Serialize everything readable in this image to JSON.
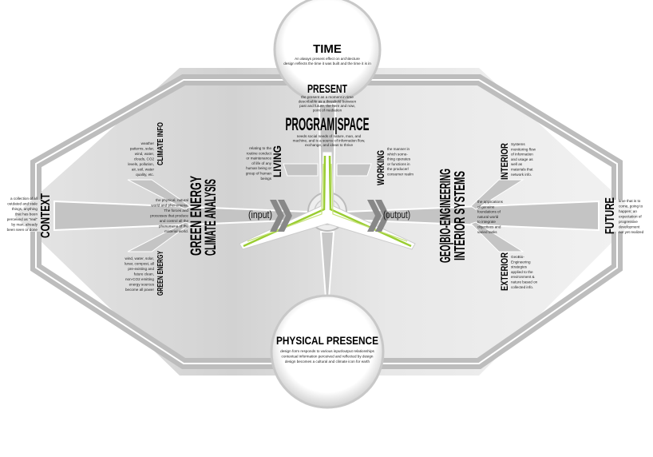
{
  "colors": {
    "accent_green": "#9acd32",
    "band_gray": "#b9b9b9",
    "background": "#ffffff"
  },
  "time": {
    "title": "TIME",
    "lines": [
      "An always present effect on architecture",
      "design reflects the time it was built and the time it is in"
    ]
  },
  "present": {
    "title": "PRESENT",
    "lines": [
      "the present as a moment in time",
      "describable as a threshold between",
      "past and future, the here and now,",
      "point of mediation"
    ]
  },
  "program_space": {
    "title": "PROGRAM|SPACE",
    "lines": [
      "needs social needs of nature, man, and",
      "machine, and is a source of information flow,",
      "exchange, and ideas to thrive"
    ]
  },
  "context": {
    "title": "CONTEXT",
    "lines": [
      "a collection of all",
      "outdated and stale",
      "things, anything",
      "that has been",
      "perceived as \"real\"",
      "by man,  already",
      "been seen or done"
    ]
  },
  "climate_info": {
    "title": "CLIMATE INFO",
    "lines": [
      "weather",
      "patterns, solar,",
      "wind, water,",
      "clouds, CO2",
      "levels, pollution,",
      "air, soil, water",
      "quality, etc."
    ]
  },
  "green_energy_small": {
    "title": "GREEN ENERGY",
    "lines": [
      "wind, water, solar,",
      "lunar, compost, all",
      "pre-existing and",
      "future clean,",
      "non-CO2 emitting",
      "energy sources",
      "become all power"
    ]
  },
  "green_energy_analysis": {
    "line1": "GREEN ENERGY",
    "line2": "CLIMATE ANALYSIS",
    "lines": [
      "the physical, natural",
      "world and phenomena.",
      "The forces and",
      "processes that produce",
      "and control all the",
      "phenomena of the",
      "material world."
    ]
  },
  "living": {
    "title": "LIVING",
    "lines": [
      "relating to the",
      "routine conduct",
      "or maintenance",
      "of life of any",
      "human being or",
      "group of human",
      "beings"
    ]
  },
  "working": {
    "title": "WORKING",
    "lines": [
      "the manner in",
      "which some-",
      "thing operates",
      "or functions in",
      "the producer/",
      "consumer realm"
    ]
  },
  "flow": {
    "input": "(input)",
    "output": "(output)"
  },
  "geobio": {
    "line1": "GEO|BIO-ENGINEERING",
    "line2": "INTERIOR SYSTEMS",
    "lines": [
      "the applications",
      "of genuine",
      "foundations of",
      "natural world",
      "to integrate",
      "objectives and",
      "varied tasks"
    ]
  },
  "interior": {
    "title": "INTERIOR",
    "lines": [
      "Systems",
      "monitoring flow",
      "of information",
      "and usage as",
      "well as",
      "materials that",
      "network info."
    ]
  },
  "exterior": {
    "title": "EXTERIOR",
    "lines": [
      "GeoBio-",
      "Engineering",
      "strategies",
      "applied to the",
      "environment &",
      "nature based on",
      "collected info."
    ]
  },
  "future": {
    "title": "FUTURE",
    "lines": [
      "time that is to",
      "come, going to",
      "happen;  an",
      "expectation of",
      "progressive",
      "development",
      "not yet realized"
    ]
  },
  "physical_presence": {
    "title": "PHYSICAL PRESENCE",
    "lines": [
      "design form responds to various input/output relationships",
      "contextual information perceived and reflected by design",
      "design becomes a cultural and climate icon for earth"
    ]
  }
}
